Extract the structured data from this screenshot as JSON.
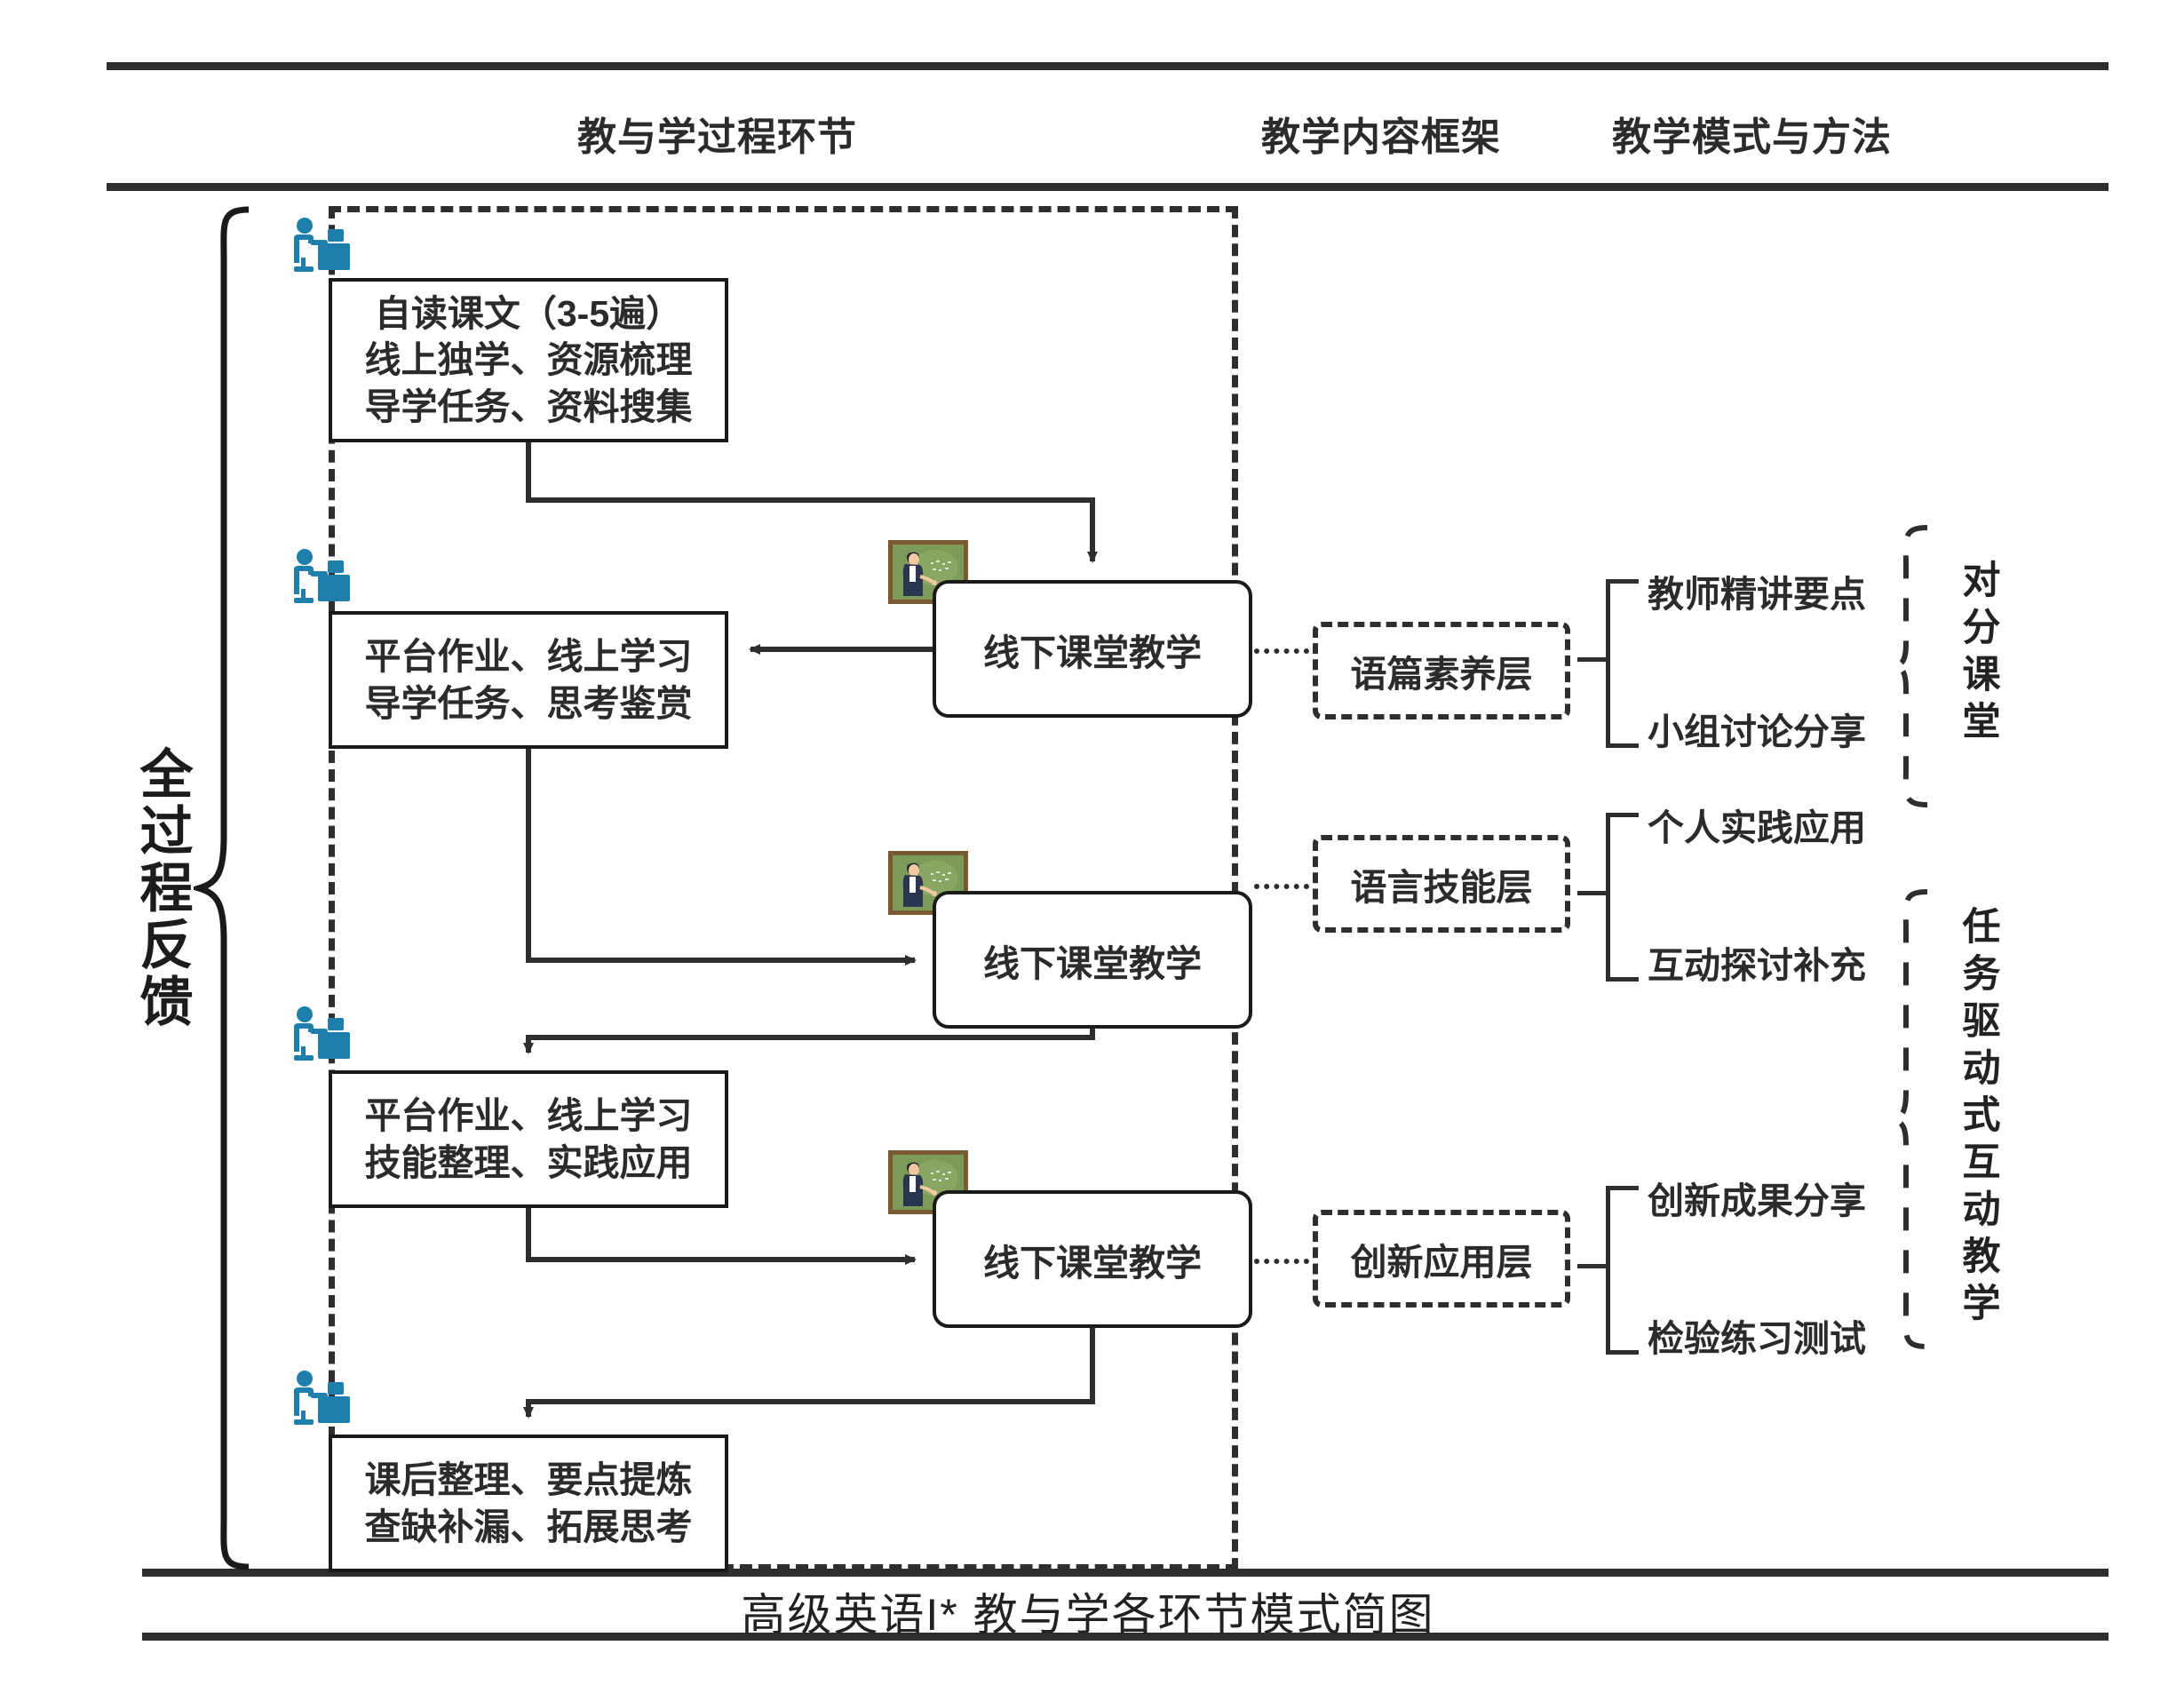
{
  "headers": {
    "process": "教与学过程环节",
    "content": "教学内容框架",
    "method": "教学模式与方法"
  },
  "caption": "高级英语I* 教与学各环节模式简图",
  "left_label": "全过程反馈",
  "online_stages": [
    {
      "icon": "desk-computer-icon",
      "lines": [
        "自读课文（3-5遍）",
        "线上独学、资源梳理",
        "导学任务、资料搜集"
      ]
    },
    {
      "icon": "desk-computer-icon",
      "lines": [
        "平台作业、线上学习",
        "导学任务、思考鉴赏"
      ]
    },
    {
      "icon": "desk-computer-icon",
      "lines": [
        "平台作业、线上学习",
        "技能整理、实践应用"
      ]
    },
    {
      "icon": "desk-computer-icon",
      "lines": [
        "课后整理、要点提炼",
        "查缺补漏、拓展思考"
      ]
    }
  ],
  "offline_stages": [
    {
      "icon": "blackboard-teacher-icon",
      "label": "线下课堂教学"
    },
    {
      "icon": "blackboard-teacher-icon",
      "label": "线下课堂教学"
    },
    {
      "icon": "blackboard-teacher-icon",
      "label": "线下课堂教学"
    }
  ],
  "content_layers": [
    {
      "name": "语篇素养层",
      "children": [
        "教师精讲要点",
        "小组讨论分享"
      ]
    },
    {
      "name": "语言技能层",
      "children": [
        "个人实践应用",
        "互动探讨补充"
      ]
    },
    {
      "name": "创新应用层",
      "children": [
        "创新成果分享",
        "检验练习测试"
      ]
    }
  ],
  "methods": [
    {
      "label": "对分课堂"
    },
    {
      "label": "任务驱动式互动教学"
    }
  ],
  "colors": {
    "icon_blue": "#1f7fac",
    "board_green": "#7d9b58",
    "board_frame": "#7a5a33",
    "line": "#1a1a1a",
    "rule": "#2e2e2e"
  }
}
